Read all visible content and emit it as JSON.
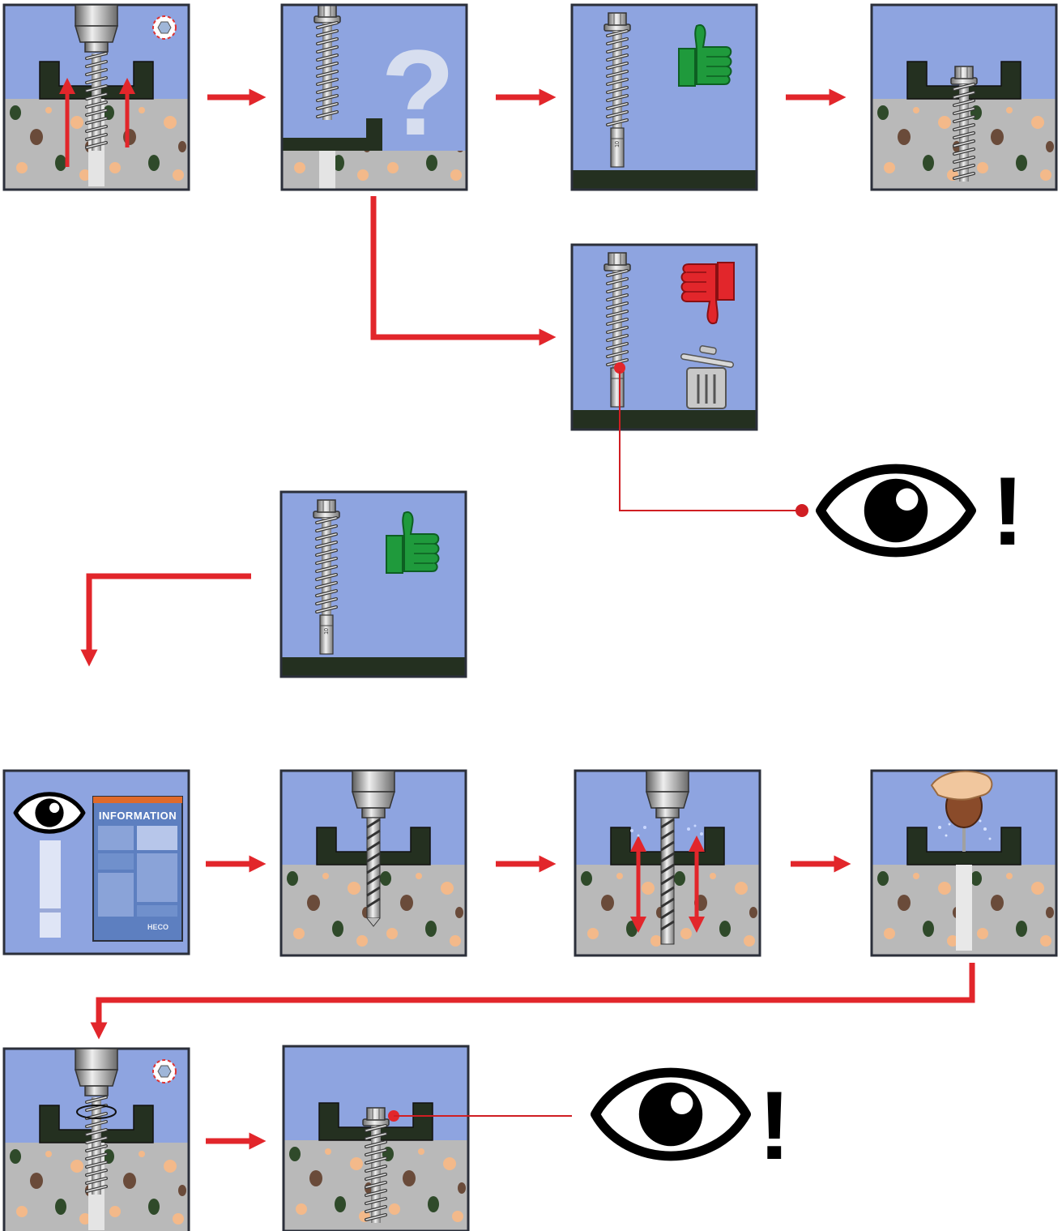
{
  "colors": {
    "sky": "#8ea4e0",
    "concrete": "#b9b9b9",
    "fixture": "#243020",
    "arrow": "#e2262b",
    "thumb_up": "#1f9a3c",
    "thumb_down": "#e2262b",
    "frame": "#2b2f3a"
  },
  "icons": {
    "approve": "thumbs-up-icon",
    "reject": "thumbs-down-icon",
    "discard": "trash-can-icon",
    "inspect": "eye-icon",
    "unknown": "question-mark-icon",
    "torque": "torque-wrench-icon"
  },
  "document": {
    "title": "INFORMATION",
    "logo": "HECO"
  },
  "symbols": {
    "question": "?",
    "exclamation": "!"
  },
  "screw_marking": "10"
}
